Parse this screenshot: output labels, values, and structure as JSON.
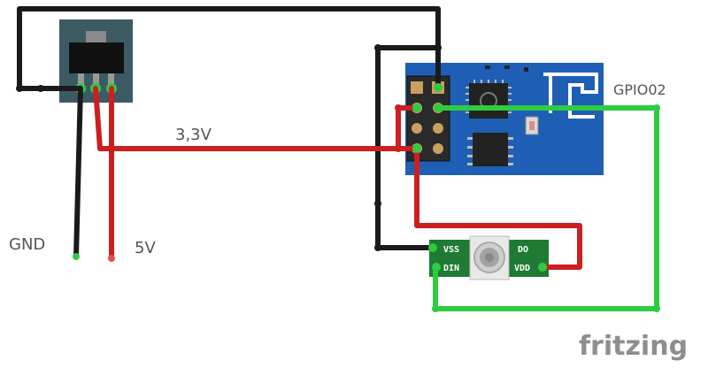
{
  "labels": {
    "voltage_33": "3,3V",
    "gnd": "GND",
    "v5": "5V",
    "gpio": "GPIO02",
    "watermark": "fritzing"
  },
  "led_pins": {
    "vss": "VSS",
    "do": "DO",
    "din": "DIN",
    "vdd": "VDD"
  },
  "colors": {
    "wire_black": "#1a1a1a",
    "wire_red": "#cc1f1f",
    "wire_green": "#2ecc40",
    "esp_board": "#1e5fb5",
    "led_board": "#1f7a33",
    "regulator": "#3c5a63"
  }
}
